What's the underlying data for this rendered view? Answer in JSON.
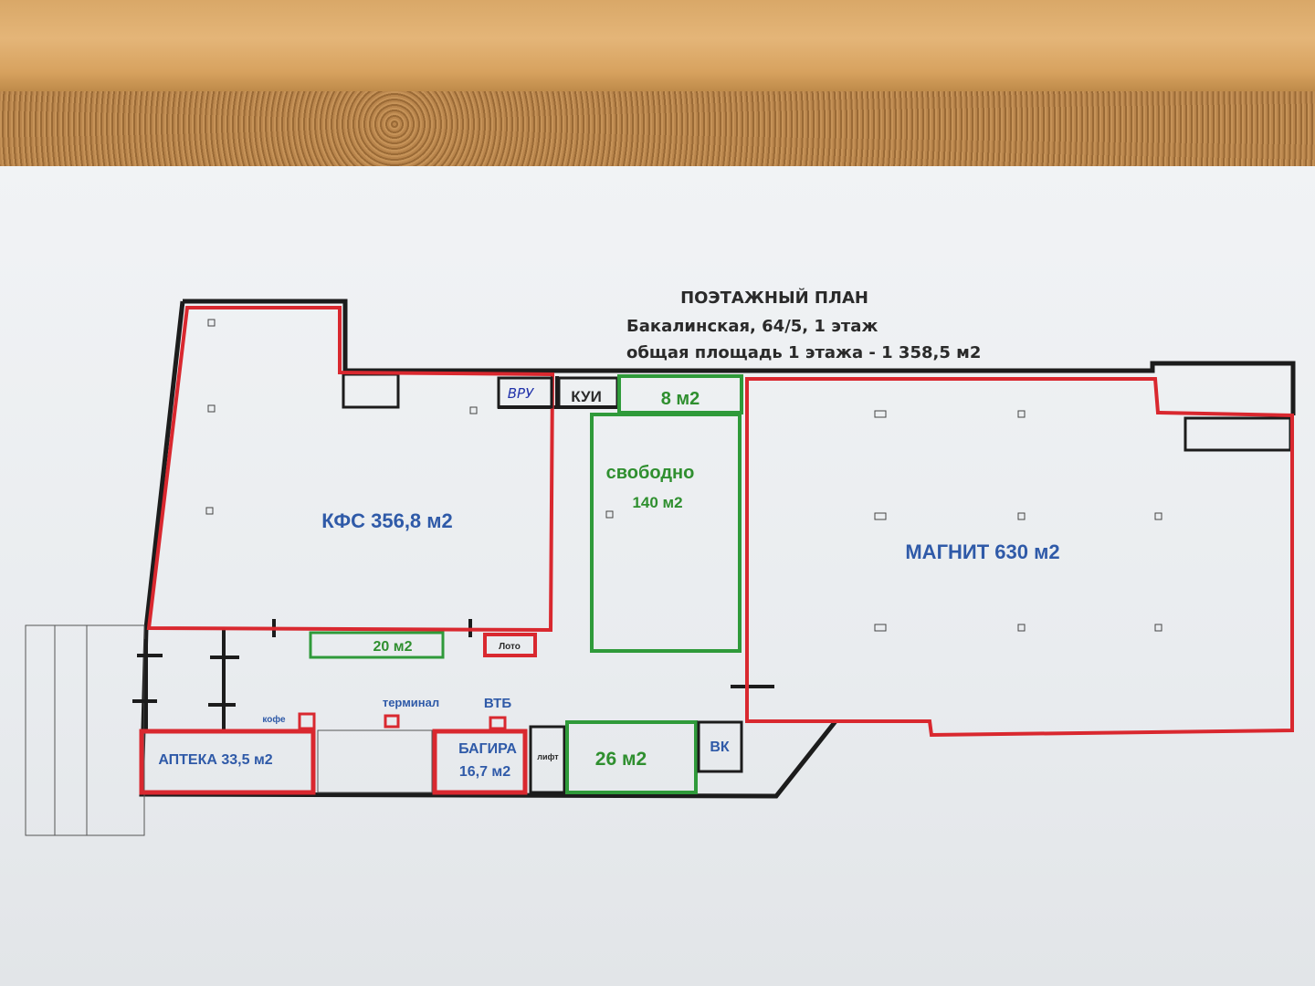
{
  "header": {
    "title": "ПОЭТАЖНЫЙ ПЛАН",
    "address": "Бакалинская, 64/5, 1 этаж",
    "total_area": "общая площадь 1 этажа - 1 358,5 м2"
  },
  "rooms": {
    "kfc": "КФС 356,8 м2",
    "magnit": "МАГНИТ 630 м2",
    "free_label": "свободно",
    "free_area": "140 м2",
    "small_8": "8 м2",
    "small_20": "20 м2",
    "small_26": "26 м2",
    "apteka": "АПТЕКА 33,5 м2",
    "bagira": "БАГИРА",
    "bagira_area": "16,7 м2",
    "vru": "ВРУ",
    "kui": "КУИ",
    "loto": "Лото",
    "lift": "лифт",
    "vk": "ВК",
    "kofe": "кофе",
    "terminal": "терминал",
    "vtb": "ВТБ"
  },
  "colors": {
    "occupied": "#d9282f",
    "free": "#2f9a3a",
    "wall": "#1c1c1c",
    "label_blue": "#2f5aa8"
  }
}
